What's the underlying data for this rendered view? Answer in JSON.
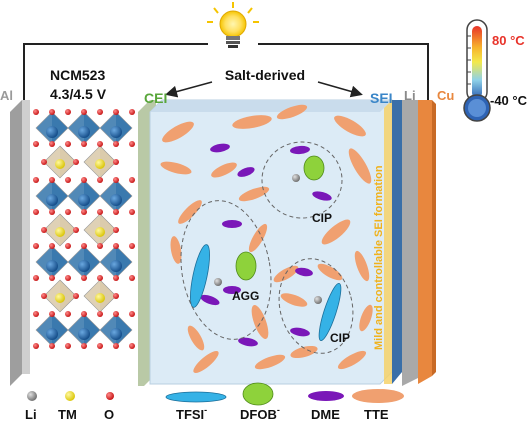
{
  "left_labels": {
    "current_collector": "Al",
    "cathode_name": "NCM523",
    "voltage": "4.3/4.5 V"
  },
  "right_labels": {
    "lithium": "Li",
    "current_collector": "Cu"
  },
  "interphase": {
    "center": "Salt-derived",
    "cei": "CEI",
    "sei": "SEI"
  },
  "side_note": "Mild and controllable SEI formation",
  "thermometer": {
    "high": "80 °C",
    "low": "-40 °C",
    "colors": [
      "#e8332a",
      "#f7b42c",
      "#f3e94b",
      "#8fd1e8",
      "#2e63b4"
    ]
  },
  "clusters": {
    "agg": "AGG",
    "cip_top": "CIP",
    "cip_bottom": "CIP"
  },
  "legend": {
    "li": "Li",
    "tm": "TM",
    "o": "O",
    "tfsi": "TFSI",
    "dfob": "DFOB",
    "dme": "DME",
    "tte": "TTE",
    "anion_charge": "-"
  },
  "colors": {
    "electrolyte": "#dcebf6",
    "tte": "#f0a070",
    "dme": "#7a17b8",
    "tfsi": "#35b2e6",
    "dfob": "#8ed23b",
    "cei_text": "#58a63a",
    "sei_text": "#3a86c8",
    "cu": "#e8873e",
    "side_note": "#f0b21c",
    "octahedra_blue": "#2a6ea8",
    "octahedra_tan": "#d8c7a6"
  }
}
